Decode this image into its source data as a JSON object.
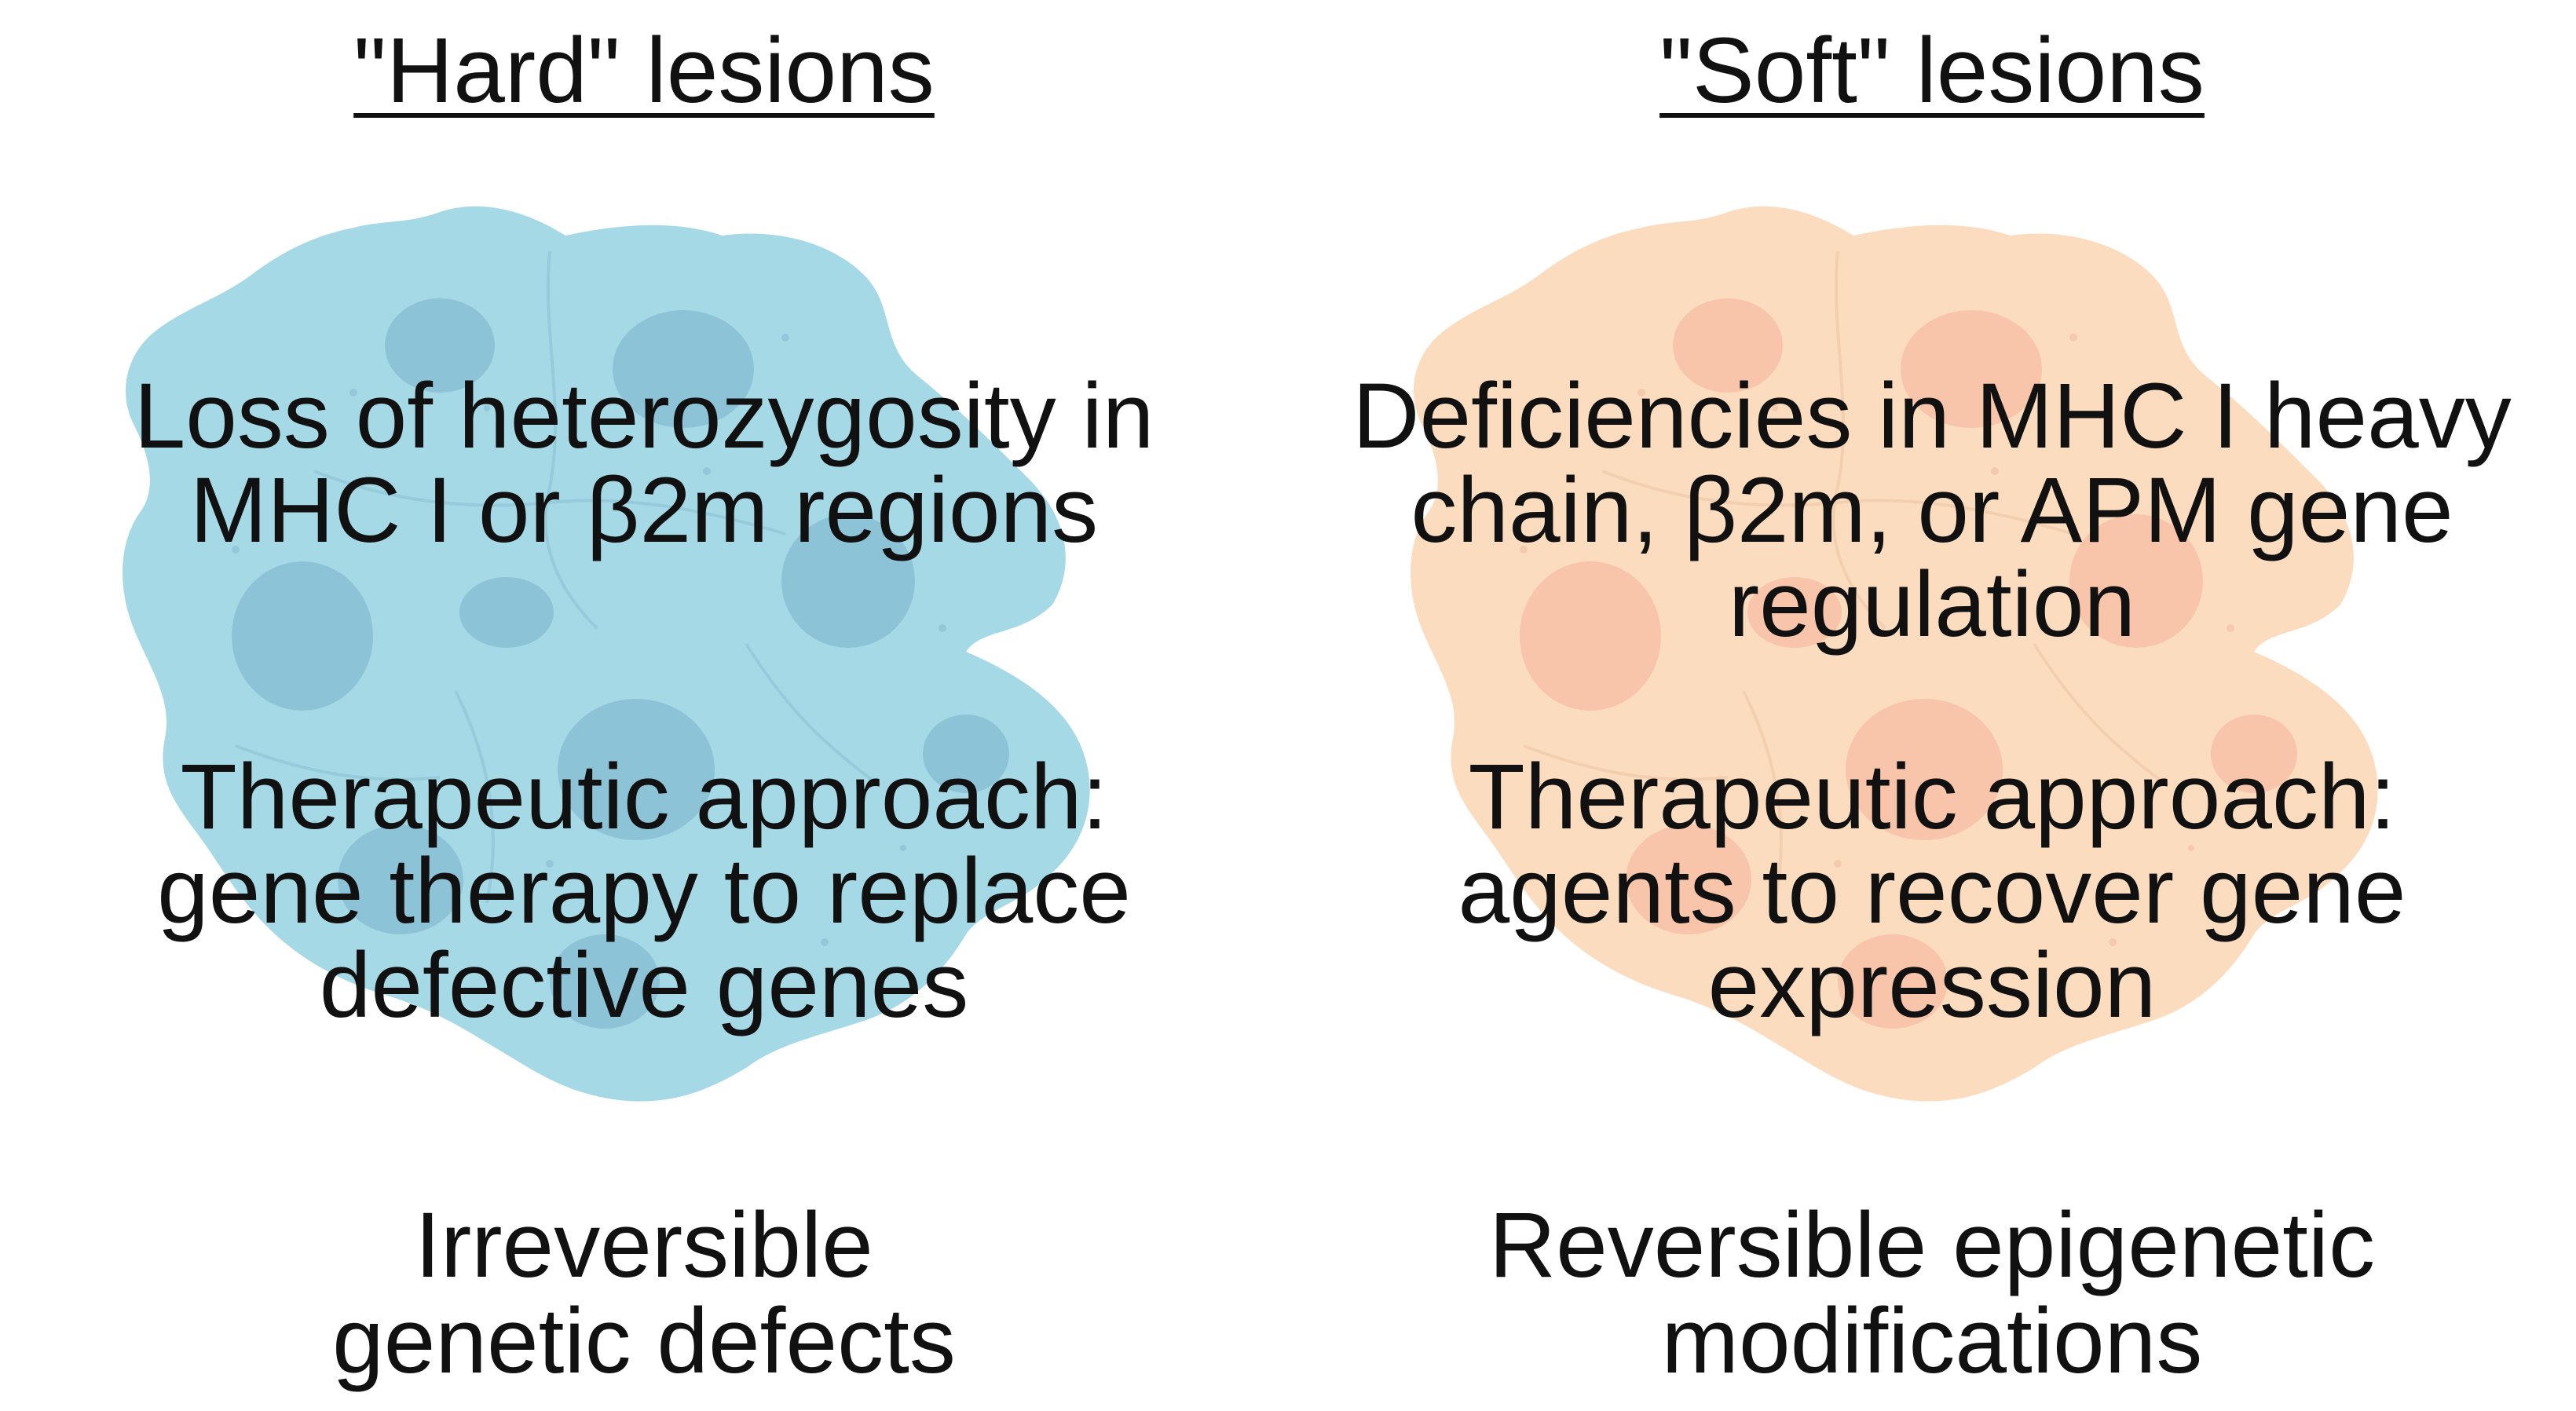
{
  "colors": {
    "hard_fill": "#a6d9e6",
    "hard_nucleus": "#8cc3d7",
    "soft_fill": "#fcdcbf",
    "soft_nucleus": "#f8c4aa",
    "text": "#111111"
  },
  "hard": {
    "title": "\"Hard\" lesions",
    "lesion_lines": [
      "Loss of heterozygosity in",
      "MHC I or β2m regions"
    ],
    "therapy_lines": [
      "Therapeutic approach:",
      "gene therapy to replace",
      "defective genes"
    ],
    "footer_lines": [
      "Irreversible",
      "genetic defects"
    ],
    "illustration_icon": "tumor-cell-cluster-icon"
  },
  "soft": {
    "title": "\"Soft\" lesions",
    "lesion_lines": [
      "Deficiencies in MHC I heavy",
      "chain, β2m, or APM gene",
      "regulation"
    ],
    "therapy_lines": [
      "Therapeutic approach:",
      "agents to recover gene",
      "expression"
    ],
    "footer_lines": [
      "Reversible epigenetic",
      "modifications"
    ],
    "illustration_icon": "tumor-cell-cluster-icon"
  }
}
